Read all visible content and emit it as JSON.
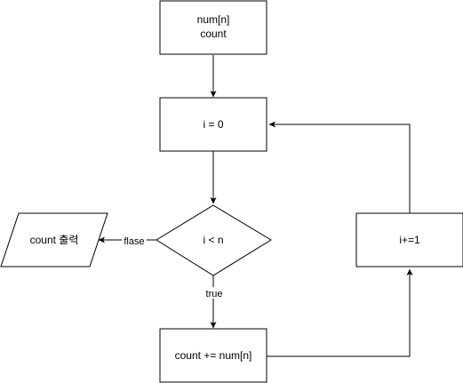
{
  "colors": {
    "stroke": "#000000",
    "fill": "#ffffff",
    "text": "#000000"
  },
  "nodes": {
    "init": {
      "shape": "process",
      "lines": [
        "num[n]",
        "count"
      ]
    },
    "assign": {
      "shape": "process",
      "label": "i = 0"
    },
    "condition": {
      "shape": "decision",
      "label": "i < n"
    },
    "output": {
      "shape": "data",
      "label": "count 출력"
    },
    "accumulate": {
      "shape": "process",
      "label": "count += num[n]"
    },
    "increment": {
      "shape": "process",
      "label": "i+=1"
    }
  },
  "edges": {
    "false_label": "flase",
    "true_label": "true"
  }
}
